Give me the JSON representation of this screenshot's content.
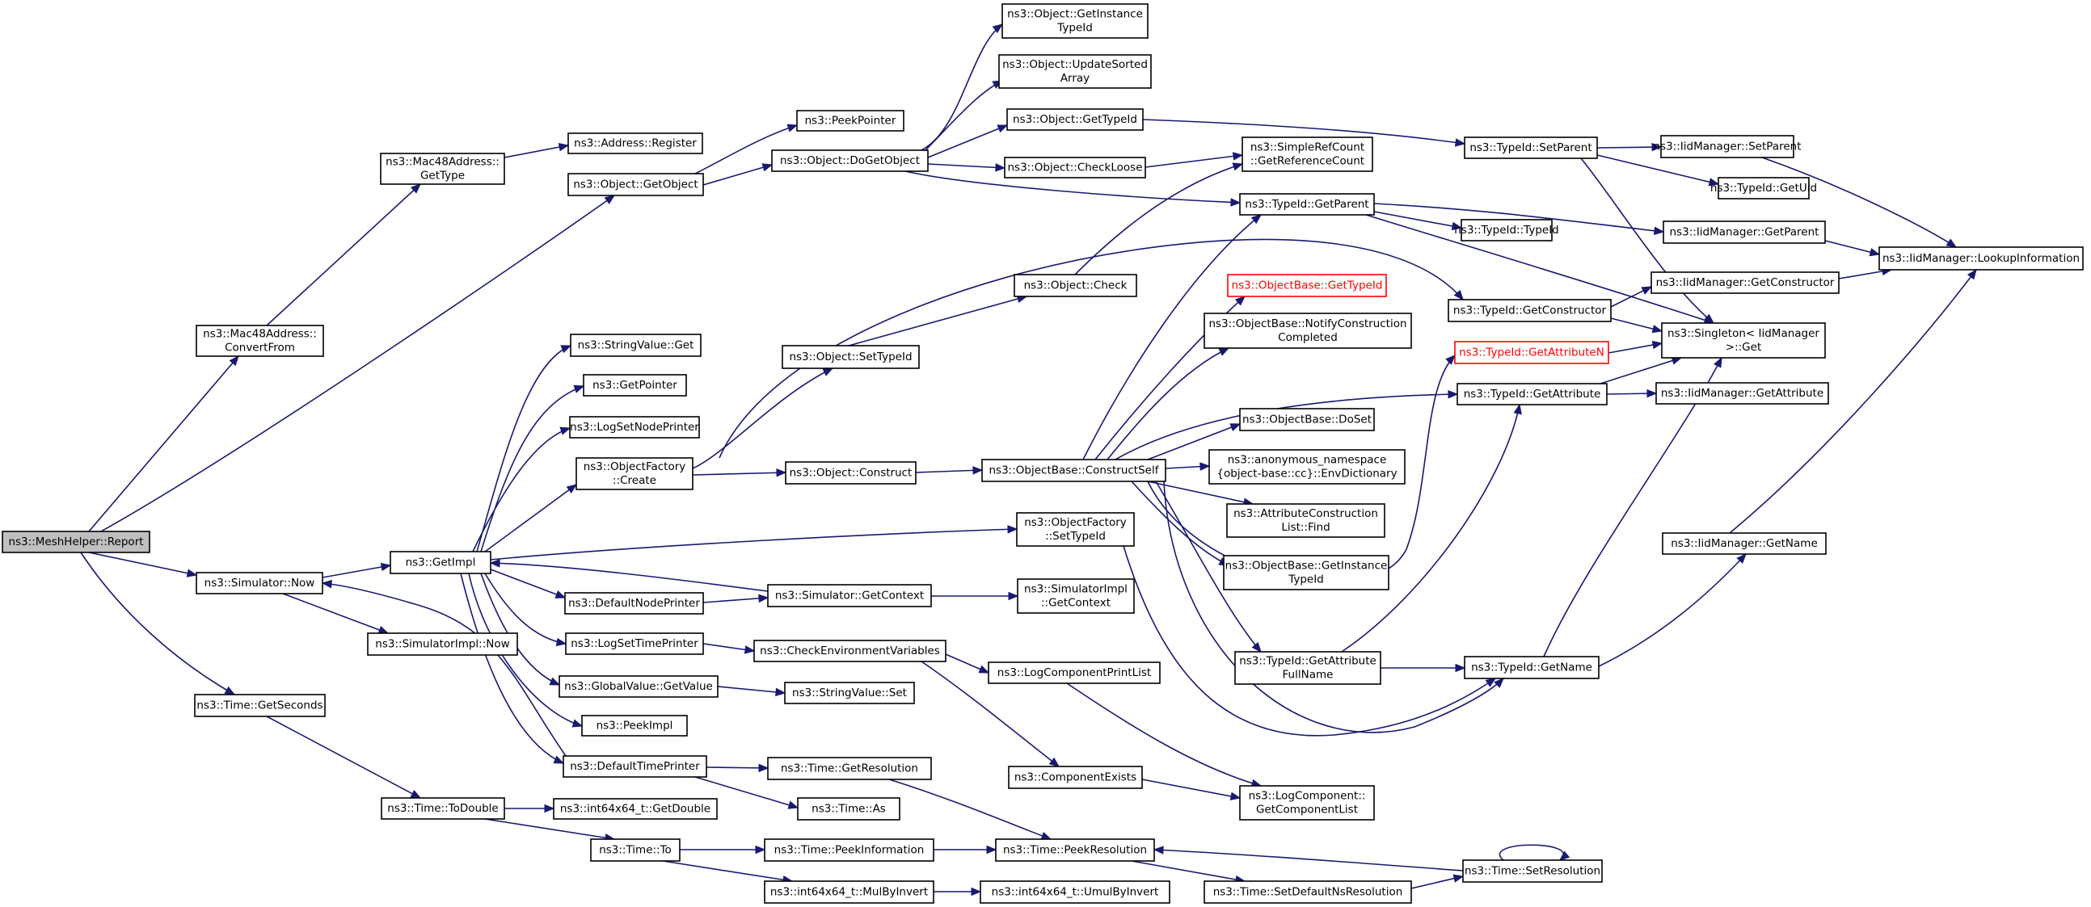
{
  "nodes": [
    {
      "id": "report",
      "lines": [
        "ns3::MeshHelper::Report"
      ],
      "root": true
    },
    {
      "id": "convertfrom",
      "lines": [
        "ns3::Mac48Address::",
        "ConvertFrom"
      ]
    },
    {
      "id": "mac_gettype",
      "lines": [
        "ns3::Mac48Address::",
        "GetType"
      ]
    },
    {
      "id": "addr_register",
      "lines": [
        "ns3::Address::Register"
      ]
    },
    {
      "id": "getobject",
      "lines": [
        "ns3::Object::GetObject"
      ]
    },
    {
      "id": "peekpointer",
      "lines": [
        "ns3::PeekPointer"
      ]
    },
    {
      "id": "dogetobject",
      "lines": [
        "ns3::Object::DoGetObject"
      ]
    },
    {
      "id": "getinstancetypeid",
      "lines": [
        "ns3::Object::GetInstance",
        "TypeId"
      ]
    },
    {
      "id": "updatesorted",
      "lines": [
        "ns3::Object::UpdateSorted",
        "Array"
      ]
    },
    {
      "id": "obj_gettypeid",
      "lines": [
        "ns3::Object::GetTypeId"
      ]
    },
    {
      "id": "checkloose",
      "lines": [
        "ns3::Object::CheckLoose"
      ]
    },
    {
      "id": "setparent",
      "lines": [
        "ns3::TypeId::SetParent"
      ]
    },
    {
      "id": "iid_setparent",
      "lines": [
        "ns3::IidManager::SetParent"
      ]
    },
    {
      "id": "getuid",
      "lines": [
        "ns3::TypeId::GetUid"
      ]
    },
    {
      "id": "getrefcount",
      "lines": [
        "ns3::SimpleRefCount",
        "::GetReferenceCount"
      ]
    },
    {
      "id": "getparent",
      "lines": [
        "ns3::TypeId::GetParent"
      ]
    },
    {
      "id": "typeid_ctor",
      "lines": [
        "ns3::TypeId::TypeId"
      ]
    },
    {
      "id": "iid_getparent",
      "lines": [
        "ns3::IidManager::GetParent"
      ]
    },
    {
      "id": "lookupinfo",
      "lines": [
        "ns3::IidManager::LookupInformation"
      ]
    },
    {
      "id": "obj_check",
      "lines": [
        "ns3::Object::Check"
      ]
    },
    {
      "id": "ob_gettypeid",
      "lines": [
        "ns3::ObjectBase::GetTypeId"
      ],
      "red": true
    },
    {
      "id": "getconstructor",
      "lines": [
        "ns3::TypeId::GetConstructor"
      ]
    },
    {
      "id": "iid_getconstructor",
      "lines": [
        "ns3::IidManager::GetConstructor"
      ]
    },
    {
      "id": "singleton_get",
      "lines": [
        "ns3::Singleton< IidManager",
        " >::Get"
      ]
    },
    {
      "id": "notifyconstruction",
      "lines": [
        "ns3::ObjectBase::NotifyConstruction",
        "Completed"
      ]
    },
    {
      "id": "getattributen",
      "lines": [
        "ns3::TypeId::GetAttributeN"
      ],
      "red": true
    },
    {
      "id": "getattribute",
      "lines": [
        "ns3::TypeId::GetAttribute"
      ]
    },
    {
      "id": "iid_getattribute",
      "lines": [
        "ns3::IidManager::GetAttribute"
      ]
    },
    {
      "id": "stringvalue_get",
      "lines": [
        "ns3::StringValue::Get"
      ]
    },
    {
      "id": "setttypeid",
      "lines": [
        "ns3::Object::SetTypeId"
      ]
    },
    {
      "id": "getpointer",
      "lines": [
        "ns3::GetPointer"
      ]
    },
    {
      "id": "logsetnodeprinter",
      "lines": [
        "ns3::LogSetNodePrinter"
      ]
    },
    {
      "id": "doset",
      "lines": [
        "ns3::ObjectBase::DoSet"
      ]
    },
    {
      "id": "of_create",
      "lines": [
        "ns3::ObjectFactory",
        "::Create"
      ]
    },
    {
      "id": "obj_construct",
      "lines": [
        "ns3::Object::Construct"
      ]
    },
    {
      "id": "constructself",
      "lines": [
        "ns3::ObjectBase::ConstructSelf"
      ]
    },
    {
      "id": "envdictionary",
      "lines": [
        "ns3::anonymous_namespace",
        "{object-base::cc}::EnvDictionary"
      ]
    },
    {
      "id": "attrconstruction",
      "lines": [
        "ns3::AttributeConstruction",
        "List::Find"
      ]
    },
    {
      "id": "of_settypeid",
      "lines": [
        "ns3::ObjectFactory",
        "::SetTypeId"
      ]
    },
    {
      "id": "iid_getname",
      "lines": [
        "ns3::IidManager::GetName"
      ]
    },
    {
      "id": "sim_now",
      "lines": [
        "ns3::Simulator::Now"
      ]
    },
    {
      "id": "getimpl",
      "lines": [
        "ns3::GetImpl"
      ]
    },
    {
      "id": "ob_getinstancetypeid",
      "lines": [
        "ns3::ObjectBase::GetInstance",
        "TypeId"
      ]
    },
    {
      "id": "defaultnodeprinter",
      "lines": [
        "ns3::DefaultNodePrinter"
      ]
    },
    {
      "id": "sim_getcontext",
      "lines": [
        "ns3::Simulator::GetContext"
      ]
    },
    {
      "id": "simimpl_getcontext",
      "lines": [
        "ns3::SimulatorImpl",
        "::GetContext"
      ]
    },
    {
      "id": "simimpl_now",
      "lines": [
        "ns3::SimulatorImpl::Now"
      ]
    },
    {
      "id": "logsettimeprinter",
      "lines": [
        "ns3::LogSetTimePrinter"
      ]
    },
    {
      "id": "checkenv",
      "lines": [
        "ns3::CheckEnvironmentVariables"
      ]
    },
    {
      "id": "getattrfullname",
      "lines": [
        "ns3::TypeId::GetAttribute",
        "FullName"
      ]
    },
    {
      "id": "typeid_getname",
      "lines": [
        "ns3::TypeId::GetName"
      ]
    },
    {
      "id": "logcomponentprintlist",
      "lines": [
        "ns3::LogComponentPrintList"
      ]
    },
    {
      "id": "globalvalue_getvalue",
      "lines": [
        "ns3::GlobalValue::GetValue"
      ]
    },
    {
      "id": "stringvalue_set",
      "lines": [
        "ns3::StringValue::Set"
      ]
    },
    {
      "id": "time_getseconds",
      "lines": [
        "ns3::Time::GetSeconds"
      ]
    },
    {
      "id": "peekimpl",
      "lines": [
        "ns3::PeekImpl"
      ]
    },
    {
      "id": "defaulttimeprinter",
      "lines": [
        "ns3::DefaultTimePrinter"
      ]
    },
    {
      "id": "time_getresolution",
      "lines": [
        "ns3::Time::GetResolution"
      ]
    },
    {
      "id": "componentexists",
      "lines": [
        "ns3::ComponentExists"
      ]
    },
    {
      "id": "getcomponentlist",
      "lines": [
        "ns3::LogComponent::",
        "GetComponentList"
      ]
    },
    {
      "id": "time_as",
      "lines": [
        "ns3::Time::As"
      ]
    },
    {
      "id": "time_todouble",
      "lines": [
        "ns3::Time::ToDouble"
      ]
    },
    {
      "id": "int64_getdouble",
      "lines": [
        "ns3::int64x64_t::GetDouble"
      ]
    },
    {
      "id": "time_to",
      "lines": [
        "ns3::Time::To"
      ]
    },
    {
      "id": "time_peekinformation",
      "lines": [
        "ns3::Time::PeekInformation"
      ]
    },
    {
      "id": "time_peekresolution",
      "lines": [
        "ns3::Time::PeekResolution"
      ]
    },
    {
      "id": "time_setresolution",
      "lines": [
        "ns3::Time::SetResolution"
      ]
    },
    {
      "id": "time_setdefaultns",
      "lines": [
        "ns3::Time::SetDefaultNsResolution"
      ]
    },
    {
      "id": "int64_mulbyinvert",
      "lines": [
        "ns3::int64x64_t::MulByInvert"
      ]
    },
    {
      "id": "int64_umulbyinvert",
      "lines": [
        "ns3::int64x64_t::UmulByInvert"
      ]
    }
  ]
}
